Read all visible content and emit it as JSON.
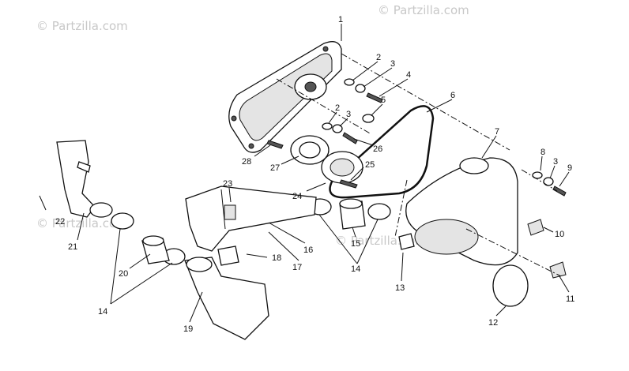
{
  "watermarks": [
    "© Partzilla.com",
    "© Partzilla.com",
    "© Partzilla.com",
    "© Partzilla.com"
  ],
  "callouts": [
    "1",
    "2",
    "3",
    "4",
    "5",
    "6",
    "2",
    "3",
    "26",
    "28",
    "27",
    "25",
    "7",
    "8",
    "3",
    "9",
    "23",
    "24",
    "22",
    "21",
    "15",
    "16",
    "17",
    "18",
    "14",
    "10",
    "20",
    "13",
    "11",
    "14",
    "19",
    "12"
  ]
}
